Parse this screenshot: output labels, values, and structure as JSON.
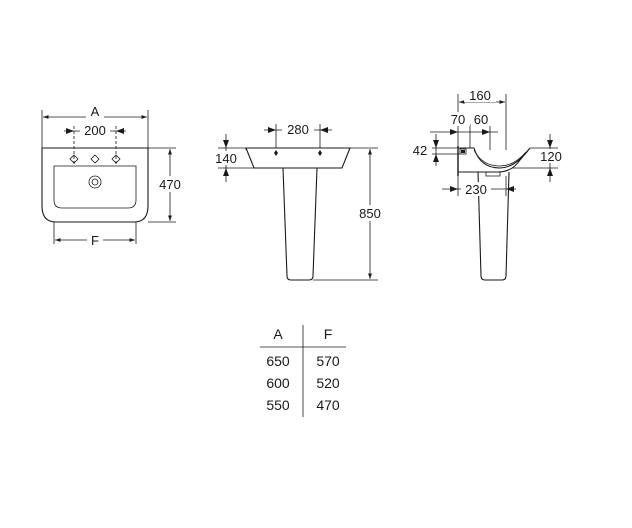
{
  "front_view": {
    "width_label": "A",
    "hole_spacing_label": "200",
    "depth_label": "470",
    "inner_width_label": "F"
  },
  "elevation_view": {
    "hole_spacing_label": "280",
    "rim_height_label": "140",
    "total_height_label": "850"
  },
  "side_view": {
    "top_label": "160",
    "label_70": "70",
    "label_60": "60",
    "label_42": "42",
    "label_120": "120",
    "label_230": "230"
  },
  "table": {
    "headers": [
      "A",
      "F"
    ],
    "rows": [
      [
        "650",
        "570"
      ],
      [
        "600",
        "520"
      ],
      [
        "550",
        "470"
      ]
    ]
  }
}
